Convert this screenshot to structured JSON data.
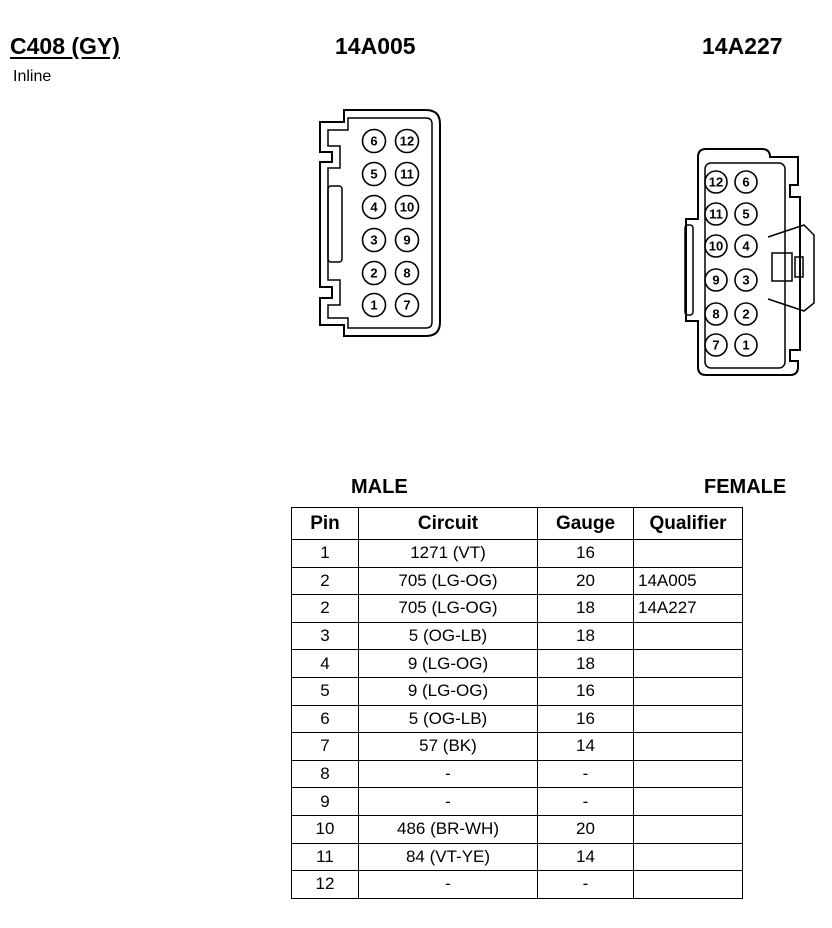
{
  "header": {
    "connector": "C408 (GY)",
    "type": "Inline",
    "part_left": "14A005",
    "part_right": "14A227"
  },
  "labels": {
    "male": "MALE",
    "female": "FEMALE"
  },
  "connector_left_pins": [
    "1",
    "2",
    "3",
    "4",
    "5",
    "6",
    "7",
    "8",
    "9",
    "10",
    "11",
    "12"
  ],
  "connector_right_pins": [
    "1",
    "2",
    "3",
    "4",
    "5",
    "6",
    "7",
    "8",
    "9",
    "10",
    "11",
    "12"
  ],
  "table": {
    "headers": [
      "Pin",
      "Circuit",
      "Gauge",
      "Qualifier"
    ],
    "rows": [
      {
        "pin": "1",
        "circuit": "1271 (VT)",
        "gauge": "16",
        "qualifier": ""
      },
      {
        "pin": "2",
        "circuit": "705 (LG-OG)",
        "gauge": "20",
        "qualifier": "14A005"
      },
      {
        "pin": "2",
        "circuit": "705 (LG-OG)",
        "gauge": "18",
        "qualifier": "14A227"
      },
      {
        "pin": "3",
        "circuit": "5 (OG-LB)",
        "gauge": "18",
        "qualifier": ""
      },
      {
        "pin": "4",
        "circuit": "9 (LG-OG)",
        "gauge": "18",
        "qualifier": ""
      },
      {
        "pin": "5",
        "circuit": "9 (LG-OG)",
        "gauge": "16",
        "qualifier": ""
      },
      {
        "pin": "6",
        "circuit": "5 (OG-LB)",
        "gauge": "16",
        "qualifier": ""
      },
      {
        "pin": "7",
        "circuit": "57 (BK)",
        "gauge": "14",
        "qualifier": ""
      },
      {
        "pin": "8",
        "circuit": "-",
        "gauge": "-",
        "qualifier": ""
      },
      {
        "pin": "9",
        "circuit": "-",
        "gauge": "-",
        "qualifier": ""
      },
      {
        "pin": "10",
        "circuit": "486 (BR-WH)",
        "gauge": "20",
        "qualifier": ""
      },
      {
        "pin": "11",
        "circuit": "84 (VT-YE)",
        "gauge": "14",
        "qualifier": ""
      },
      {
        "pin": "12",
        "circuit": "-",
        "gauge": "-",
        "qualifier": ""
      }
    ]
  }
}
